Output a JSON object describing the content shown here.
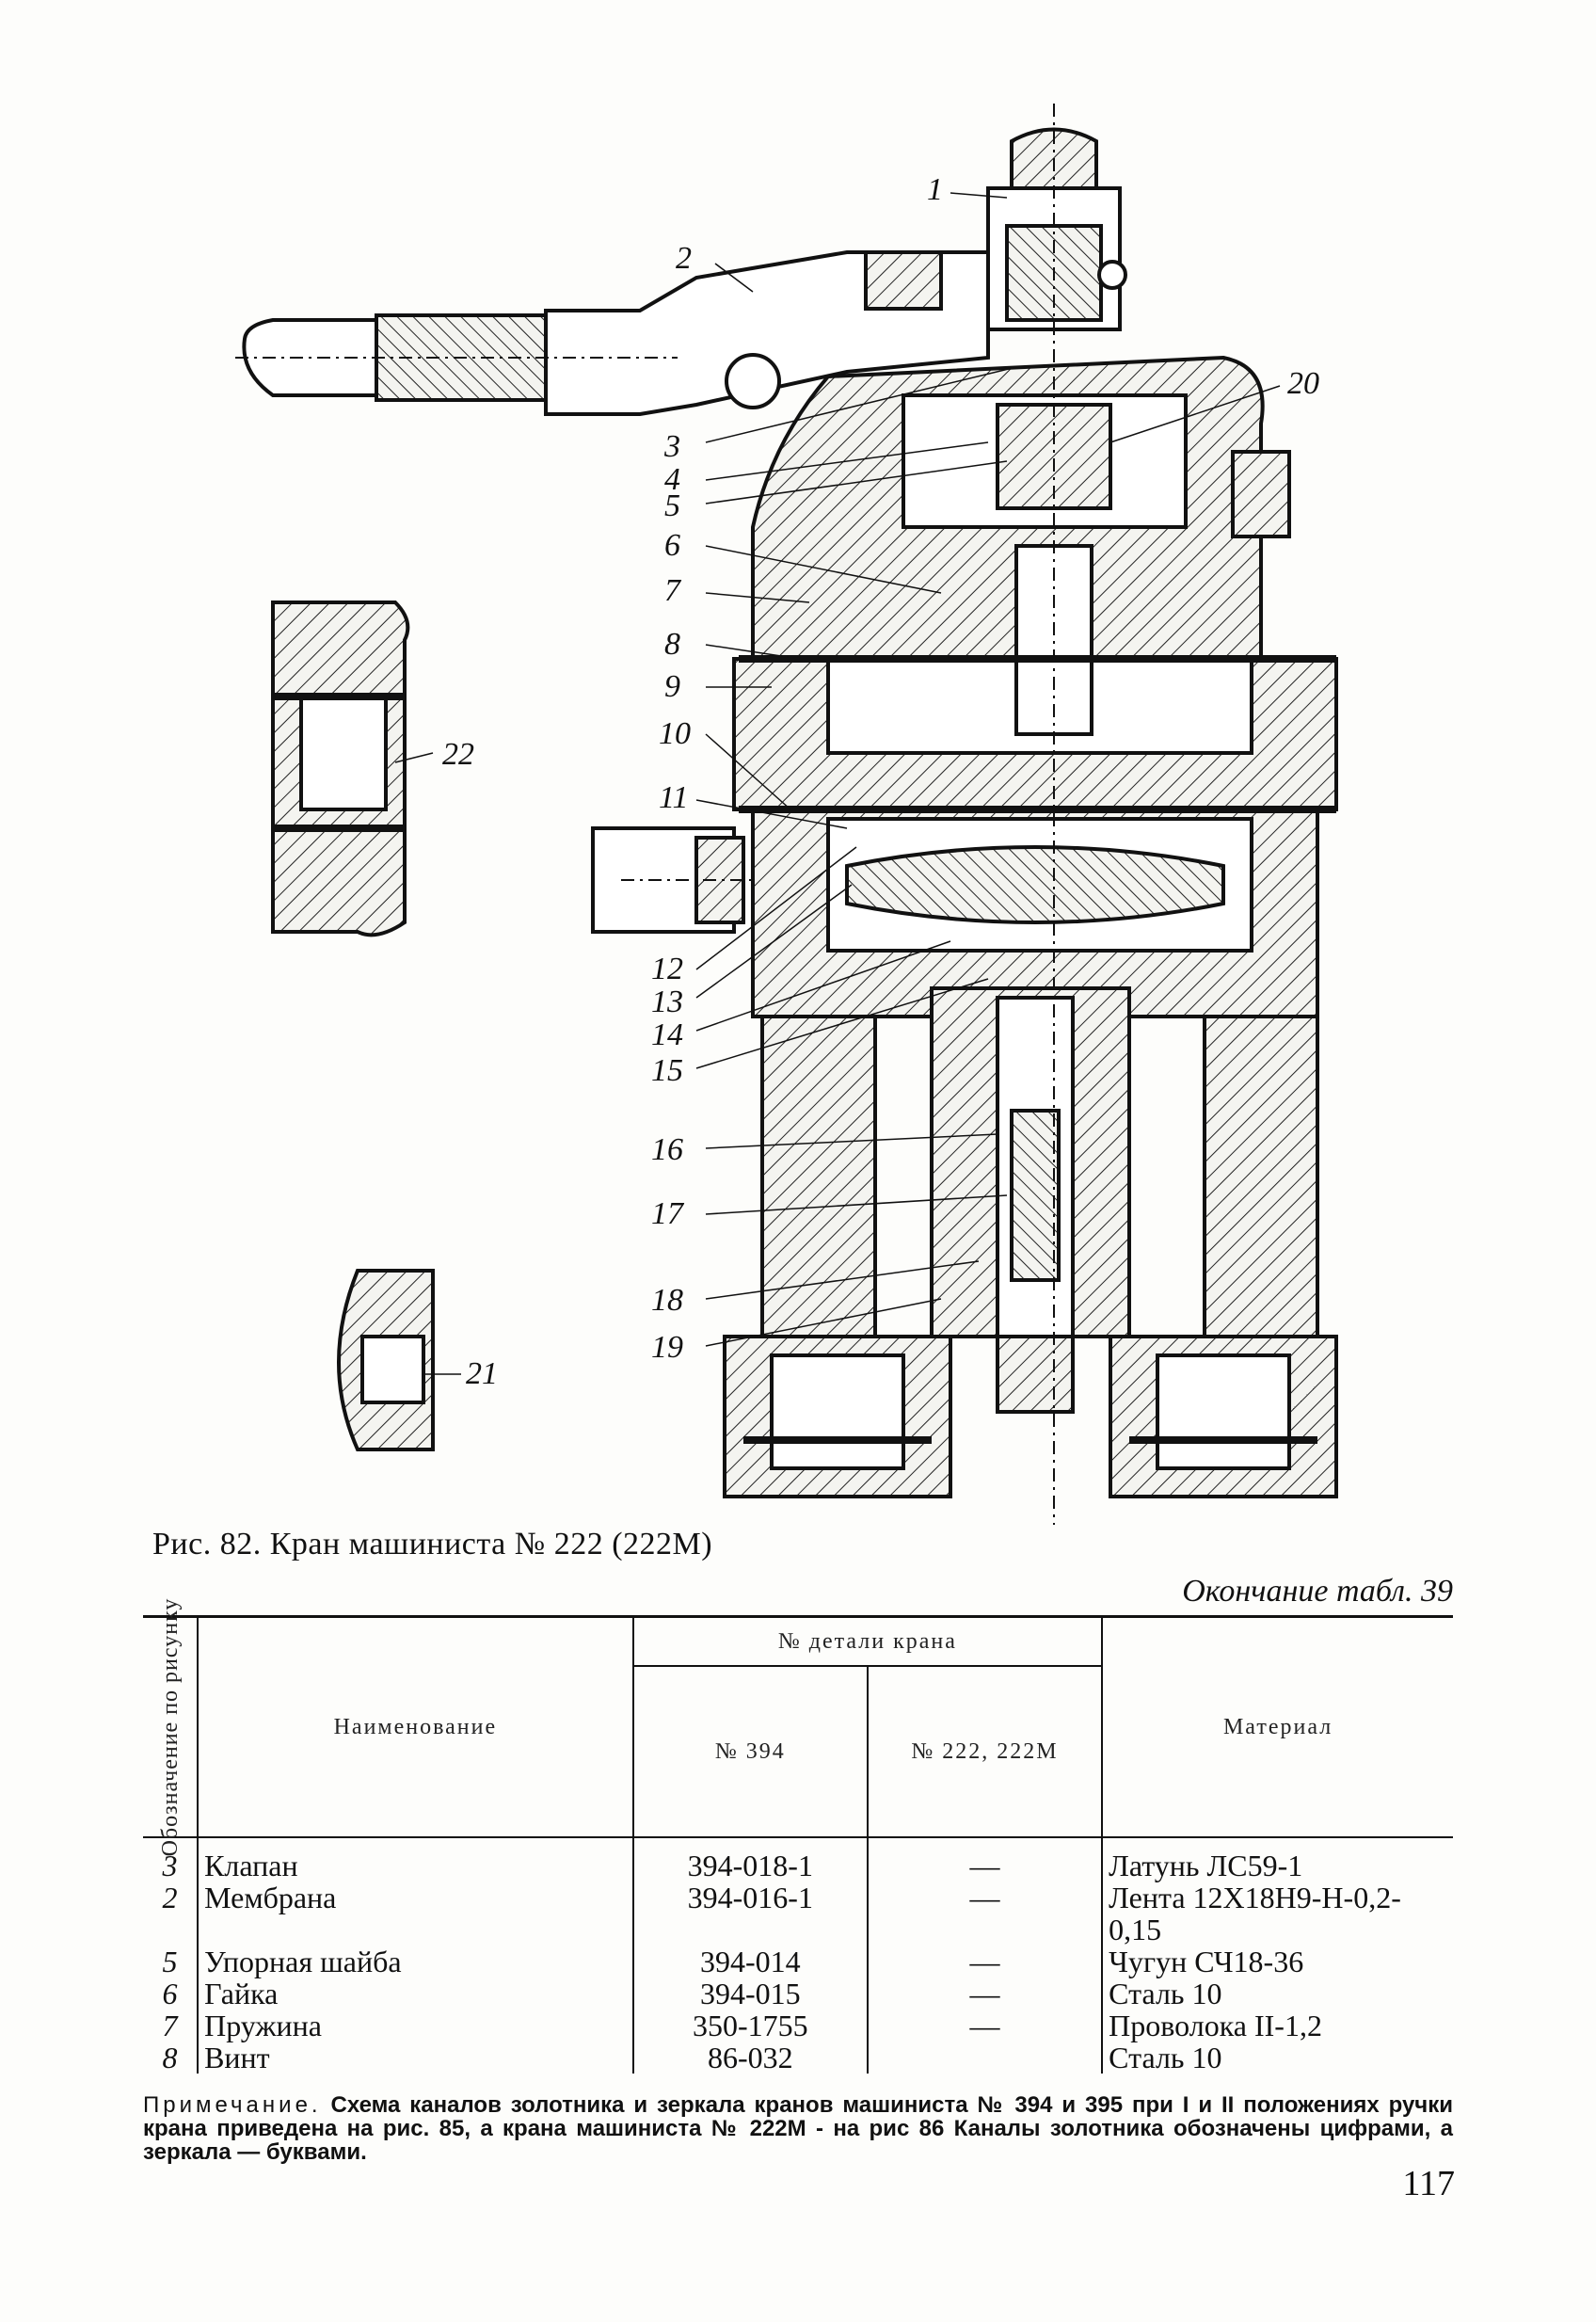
{
  "figure": {
    "callouts": [
      "1",
      "2",
      "3",
      "4",
      "5",
      "6",
      "7",
      "8",
      "9",
      "10",
      "11",
      "12",
      "13",
      "14",
      "15",
      "16",
      "17",
      "18",
      "19",
      "20",
      "21",
      "22"
    ]
  },
  "caption": "Рис. 82. Кран машиниста № 222 (222М)",
  "table_continuation": "Окончание табл. 39",
  "table": {
    "headers": {
      "designation": "Обозначение по рисунку",
      "name": "Наименование",
      "part_no": "№ детали крана",
      "no_394": "№ 394",
      "no_222": "№ 222, 222М",
      "material": "Материал"
    },
    "rows": [
      {
        "designation": "3",
        "name": "Клапан",
        "no_394": "394-018-1",
        "no_222": "—",
        "material": "Латунь ЛС59-1"
      },
      {
        "designation": "2",
        "name": "Мембрана",
        "no_394": "394-016-1",
        "no_222": "—",
        "material": "Лента 12Х18Н9-Н-0,2-0,15"
      },
      {
        "designation": "5",
        "name": "Упорная шайба",
        "no_394": "394-014",
        "no_222": "—",
        "material": "Чугун СЧ18-36"
      },
      {
        "designation": "6",
        "name": "Гайка",
        "no_394": "394-015",
        "no_222": "—",
        "material": "Сталь 10"
      },
      {
        "designation": "7",
        "name": "Пружина",
        "no_394": "350-1755",
        "no_222": "—",
        "material": "Проволока II-1,2"
      },
      {
        "designation": "8",
        "name": "Винт",
        "no_394": "86-032",
        "no_222": "",
        "material": "Сталь 10"
      }
    ]
  },
  "note_lead": "Примечание.",
  "note": "Схема каналов золотника и зеркала кранов машиниста № 394 и 395 при I и II положениях ручки крана приведена на рис. 85, а крана машиниста № 222М - на рис 86 Каналы золотника обозначены цифрами, а зеркала — буквами.",
  "page_number": "117"
}
